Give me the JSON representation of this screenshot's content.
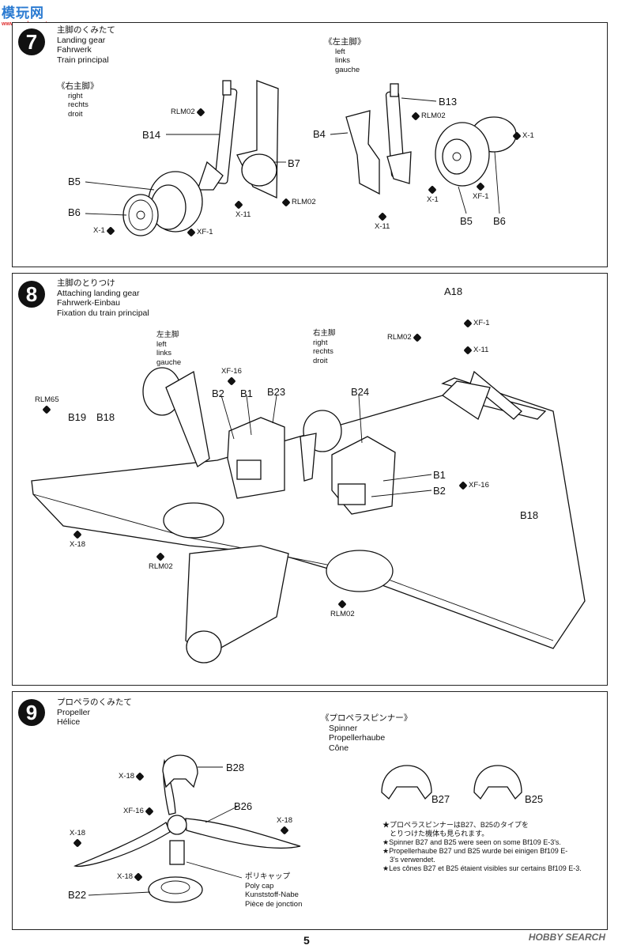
{
  "watermark": {
    "site": "模玩网",
    "url": "www.moshou.net",
    "hobby": "HOBBY SEARCH"
  },
  "page_number": "5",
  "step7": {
    "number": "7",
    "title_ja": "主脚のくみたて",
    "title_en": "Landing gear",
    "title_de": "Fahrwerk",
    "title_fr": "Train principal",
    "right_head": "《右主脚》",
    "right_en": "right",
    "right_de": "rechts",
    "right_fr": "droit",
    "left_head": "《左主脚》",
    "left_en": "left",
    "left_de": "links",
    "left_fr": "gauche",
    "labels": {
      "b14": "B14",
      "b7": "B7",
      "b5a": "B5",
      "b6a": "B6",
      "b13": "B13",
      "b4": "B4",
      "b5b": "B5",
      "b6b": "B6"
    },
    "paints": {
      "rlm02a": "RLM02",
      "rlm02b": "RLM02",
      "rlm02c": "RLM02",
      "x11a": "X-11",
      "x1a": "X-1",
      "xf1a": "XF-1",
      "x1b": "X-1",
      "xf1b": "XF-1",
      "x1c": "X-1",
      "x11b": "X-11"
    }
  },
  "step8": {
    "number": "8",
    "title_ja": "主脚のとりつけ",
    "title_en": "Attaching landing gear",
    "title_de": "Fahrwerk-Einbau",
    "title_fr": "Fixation du train principal",
    "left_ja": "左主脚",
    "left_en": "left",
    "left_de": "links",
    "left_fr": "gauche",
    "right_ja": "右主脚",
    "right_en": "right",
    "right_de": "rechts",
    "right_fr": "droit",
    "labels": {
      "a18": "A18",
      "b2a": "B2",
      "b1a": "B1",
      "b23": "B23",
      "b24": "B24",
      "b19": "B19",
      "b18a": "B18",
      "b1b": "B1",
      "b2b": "B2",
      "b18b": "B18"
    },
    "paints": {
      "rlm65": "RLM65",
      "xf16a": "XF-16",
      "xf1": "XF-1",
      "rlm02a": "RLM02",
      "x11": "X-11",
      "x18": "X-18",
      "rlm02b": "RLM02",
      "xf16b": "XF-16",
      "rlm02c": "RLM02"
    }
  },
  "step9": {
    "number": "9",
    "title_ja": "プロペラのくみたて",
    "title_en": "Propeller",
    "title_fr": "Hélice",
    "spinner_head": "《プロペラスピンナー》",
    "spinner_en": "Spinner",
    "spinner_de": "Propellerhaube",
    "spinner_fr": "Cône",
    "labels": {
      "b28": "B28",
      "b26": "B26",
      "b22": "B22",
      "b27": "B27",
      "b25": "B25"
    },
    "paints": {
      "x18a": "X-18",
      "xf16": "XF-16",
      "x18b": "X-18",
      "x18c": "X-18",
      "x18d": "X-18"
    },
    "polycap_ja": "ポリキャップ",
    "polycap_en": "Poly cap",
    "polycap_de": "Kunststoff-Nabe",
    "polycap_fr": "Pièce de jonction",
    "notes": [
      "★プロペラスピンナーはB27、B25のタイプを",
      "　とりつけた機体も見られます。",
      "★Spinner B27 and B25 were seen on some Bf109 E-3's.",
      "★Propellerhaube B27 und B25 wurde bei einigen Bf109 E-",
      "　3's verwendet.",
      "★Les cônes B27 et B25 étaient visibles sur certains Bf109 E-3."
    ]
  }
}
